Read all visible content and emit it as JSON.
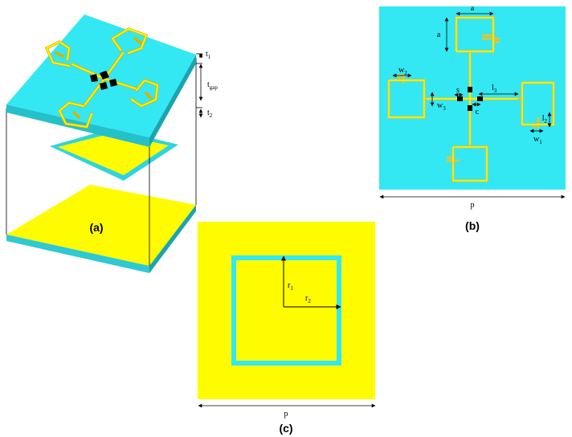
{
  "captions": {
    "a": "(a)",
    "b": "(b)",
    "c": "(c)"
  },
  "panel_a": {
    "t1": {
      "base": "t",
      "sub": "1"
    },
    "tgap": {
      "base": "t",
      "sub": "gap"
    },
    "t2": {
      "base": "t",
      "sub": "2"
    }
  },
  "panel_b": {
    "a_top": "a",
    "a_left": "a",
    "w2": {
      "base": "w",
      "sub": "2"
    },
    "w3": {
      "base": "w",
      "sub": "3"
    },
    "s": "s",
    "l3": {
      "base": "l",
      "sub": "3"
    },
    "c": "c",
    "l2": {
      "base": "l",
      "sub": "2"
    },
    "w1": {
      "base": "w",
      "sub": "1"
    },
    "p": "p"
  },
  "panel_c": {
    "r1": {
      "base": "r",
      "sub": "1"
    },
    "r2": {
      "base": "r",
      "sub": "2"
    },
    "p": "p"
  },
  "colors": {
    "substrate": "#33e8f2",
    "substrate_side": "#1fb8c2",
    "metal": "#fffb00",
    "metal_trace": "#f2d33a",
    "metal_edge": "#9a8400",
    "cut": "#000000"
  }
}
